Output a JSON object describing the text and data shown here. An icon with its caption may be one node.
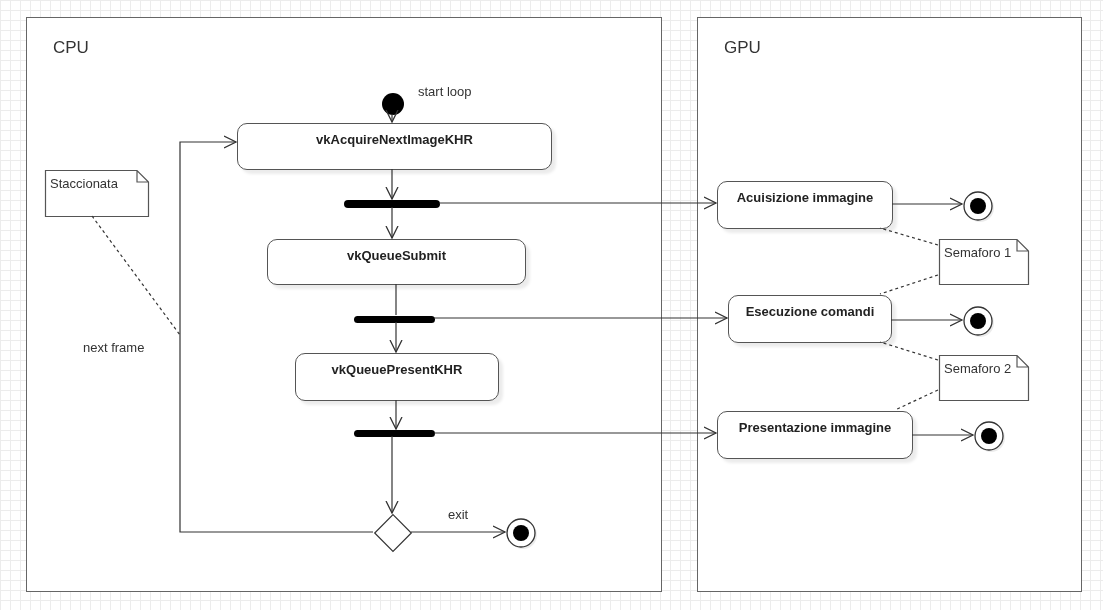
{
  "diagram": {
    "nodes": [
      {
        "text": [
          "CPU"
        ]
      },
      {
        "text": [
          "GPU"
        ]
      },
      {
        "text": [],
        "shape": "circle",
        "in": 0
      },
      {
        "text": [
          "vkAcquireNextImageKHR"
        ],
        "in": 0
      },
      {
        "text": [],
        "shape": "bar",
        "in": 0
      },
      {
        "text": [
          "vkQueueSubmit"
        ],
        "in": 0
      },
      {
        "text": [],
        "shape": "bar",
        "in": 0
      },
      {
        "text": [
          "vkQueuePresentKHR"
        ],
        "in": 0
      },
      {
        "text": [],
        "shape": "bar",
        "in": 0
      },
      {
        "text": [],
        "shape": "diamond",
        "in": 0
      },
      {
        "text": [],
        "shape": "circle",
        "in": 0
      },
      {
        "text": [
          "Staccionata"
        ],
        "in": 0
      },
      {
        "text": [
          "Acuisizione immagine"
        ],
        "in": 1
      },
      {
        "text": [],
        "shape": "circle",
        "in": 1
      },
      {
        "text": [
          "Semaforo 1"
        ],
        "in": 1
      },
      {
        "text": [
          "Esecuzione comandi"
        ],
        "in": 1
      },
      {
        "text": [],
        "shape": "circle",
        "in": 1
      },
      {
        "text": [
          "Semaforo 2"
        ],
        "in": 1
      },
      {
        "text": [
          "Presentazione immagine"
        ],
        "in": 1
      },
      {
        "text": [],
        "shape": "circle",
        "in": 1
      }
    ],
    "edges": [
      {
        "from": 2,
        "to": 3,
        "arrow": "to",
        "label": "start loop"
      },
      {
        "from": 3,
        "to": 4,
        "arrow": "to"
      },
      {
        "from": 4,
        "to": 5,
        "arrow": "to"
      },
      {
        "from": 4,
        "to": 12,
        "arrow": "to"
      },
      {
        "from": 5,
        "to": 6,
        "arrow": "none"
      },
      {
        "from": 6,
        "to": 7,
        "arrow": "to"
      },
      {
        "from": 6,
        "to": 15,
        "arrow": "to"
      },
      {
        "from": 7,
        "to": 8,
        "arrow": "to"
      },
      {
        "from": 8,
        "to": 9,
        "arrow": "to"
      },
      {
        "from": 8,
        "to": 18,
        "arrow": "to"
      },
      {
        "from": 9,
        "to": 10,
        "arrow": "to",
        "label": "exit"
      },
      {
        "from": 9,
        "to": 3,
        "arrow": "to",
        "label": "next frame"
      },
      {
        "from": 12,
        "to": 13,
        "arrow": "to"
      },
      {
        "from": 15,
        "to": 16,
        "arrow": "to"
      },
      {
        "from": 18,
        "to": 19,
        "arrow": "to"
      },
      {
        "from": 11,
        "to": null,
        "arrow": "none",
        "style": "dashed"
      },
      {
        "from": 14,
        "to": 12,
        "arrow": "none",
        "style": "dashed"
      },
      {
        "from": 14,
        "to": 15,
        "arrow": "none",
        "style": "dashed"
      },
      {
        "from": 17,
        "to": 15,
        "arrow": "none",
        "style": "dashed"
      },
      {
        "from": 17,
        "to": 18,
        "arrow": "none",
        "style": "dashed"
      }
    ]
  }
}
